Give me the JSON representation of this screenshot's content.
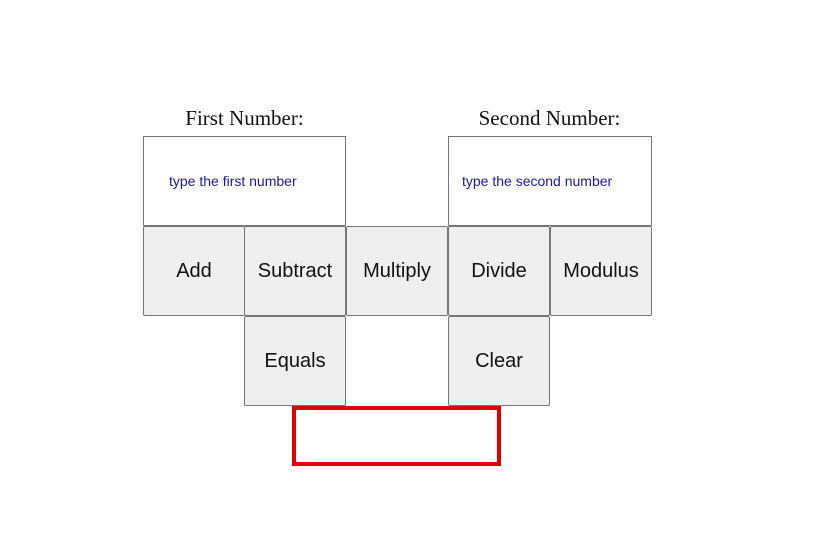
{
  "calculator": {
    "first_label": "First Number:",
    "second_label": "Second Number:",
    "first_input": {
      "value": "",
      "placeholder": "type the first number"
    },
    "second_input": {
      "value": "",
      "placeholder": "type the second number"
    },
    "buttons": {
      "add": "Add",
      "subtract": "Subtract",
      "multiply": "Multiply",
      "divide": "Divide",
      "modulus": "Modulus",
      "equals": "Equals",
      "clear": "Clear"
    },
    "result": "",
    "colors": {
      "result_border": "#e00000",
      "placeholder_text": "#1a1aa8",
      "button_bg": "#efefef"
    }
  }
}
